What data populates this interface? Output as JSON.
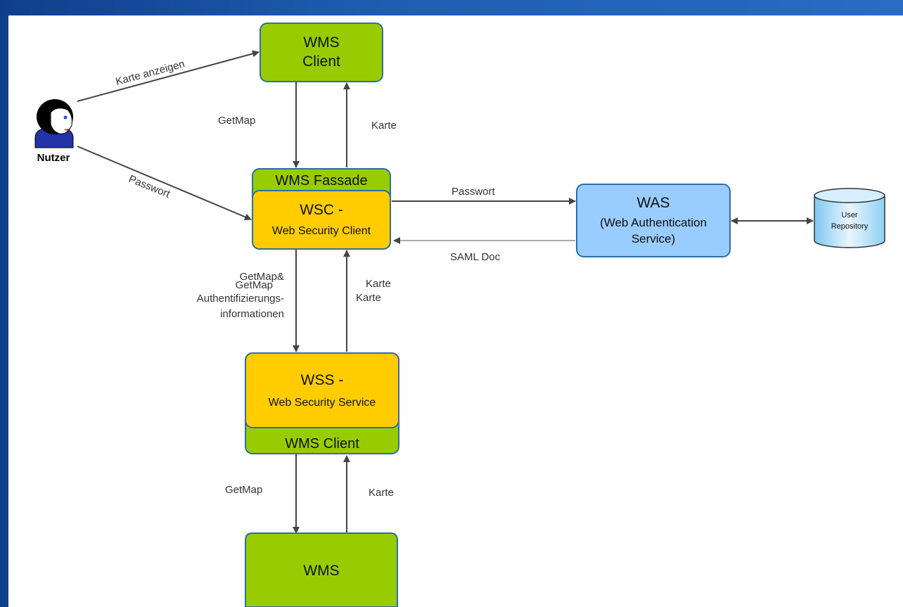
{
  "nodes": {
    "user": {
      "label": "Nutzer"
    },
    "wms_client_top": {
      "line1": "WMS",
      "line2": "Client"
    },
    "wms_fassade": {
      "label": "WMS Fassade"
    },
    "wsc": {
      "line1": "WSC -",
      "line2": "Web Security Client"
    },
    "was": {
      "line1": "WAS",
      "line2": "(Web Authentication",
      "line3": "Service)"
    },
    "user_repository": {
      "line1": "User",
      "line2": "Repository"
    },
    "wss": {
      "line1": "WSS -",
      "line2": "Web Security Service"
    },
    "wms_client_bottom": {
      "label": "WMS Client"
    },
    "wms": {
      "label": "WMS"
    }
  },
  "edges": {
    "karte_anzeigen": "Karte anzeigen",
    "passwort_user": "Passwort",
    "getmap_top": "GetMap",
    "karte_top": "Karte",
    "passwort_was": "Passwort",
    "saml_doc": "SAML Doc",
    "getmap_auth_1": "GetMap&",
    "getmap_auth_ghost": "GetMap",
    "getmap_auth_2": "Authentifizierungs-",
    "getmap_auth_3": "informationen",
    "karte_mid_1": "Karte",
    "karte_mid_2": "Karte",
    "getmap_bottom": "GetMap",
    "karte_bottom": "Karte"
  },
  "colors": {
    "green": "#99cc00",
    "orange": "#ffcc00",
    "blue_box": "#99ccff",
    "border": "#2e6ea8",
    "arrow": "#444444"
  }
}
